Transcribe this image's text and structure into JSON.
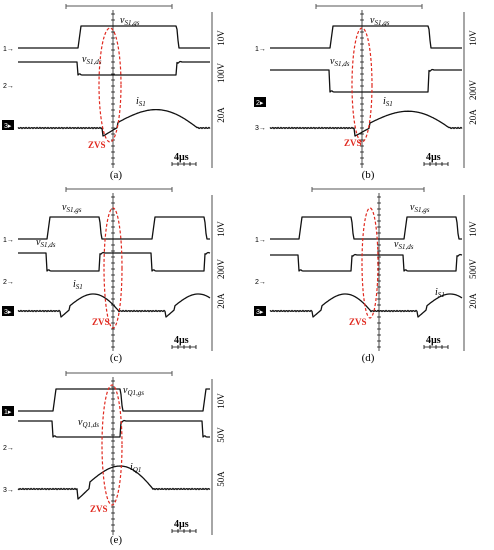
{
  "chart_data": [
    {
      "type": "line",
      "caption": "(a)",
      "time_div": "4µs",
      "zvs_label": "ZVS",
      "channels": [
        {
          "marker": "1",
          "marker_filled": false,
          "name_main": "v",
          "name_sub": "S1,gs",
          "scale": "10V"
        },
        {
          "marker": "2",
          "marker_filled": false,
          "name_main": "v",
          "name_sub": "S1,ds",
          "scale": "100V"
        },
        {
          "marker": "3",
          "marker_filled": true,
          "name_main": "i",
          "name_sub": "S1",
          "scale": "20A"
        }
      ]
    },
    {
      "type": "line",
      "caption": "(b)",
      "time_div": "4µs",
      "zvs_label": "ZVS",
      "channels": [
        {
          "marker": "1",
          "marker_filled": false,
          "name_main": "v",
          "name_sub": "S1,gs",
          "scale": "10V"
        },
        {
          "marker": "2",
          "marker_filled": true,
          "name_main": "v",
          "name_sub": "S1,ds",
          "scale": "200V"
        },
        {
          "marker": "3",
          "marker_filled": false,
          "name_main": "i",
          "name_sub": "S1",
          "scale": "20A"
        }
      ]
    },
    {
      "type": "line",
      "caption": "(c)",
      "time_div": "4µs",
      "zvs_label": "ZVS",
      "channels": [
        {
          "marker": "1",
          "marker_filled": false,
          "name_main": "v",
          "name_sub": "S1,gs",
          "scale": "10V"
        },
        {
          "marker": "2",
          "marker_filled": false,
          "name_main": "v",
          "name_sub": "S1,ds",
          "scale": "200V"
        },
        {
          "marker": "3",
          "marker_filled": true,
          "name_main": "i",
          "name_sub": "S1",
          "scale": "20A"
        }
      ]
    },
    {
      "type": "line",
      "caption": "(d)",
      "time_div": "4µs",
      "zvs_label": "ZVS",
      "channels": [
        {
          "marker": "1",
          "marker_filled": false,
          "name_main": "v",
          "name_sub": "S1,gs",
          "scale": "10V"
        },
        {
          "marker": "2",
          "marker_filled": false,
          "name_main": "v",
          "name_sub": "S1,ds",
          "scale": "500V"
        },
        {
          "marker": "3",
          "marker_filled": true,
          "name_main": "i",
          "name_sub": "S1",
          "scale": "20A"
        }
      ]
    },
    {
      "type": "line",
      "caption": "(e)",
      "time_div": "4µs",
      "zvs_label": "ZVS",
      "channels": [
        {
          "marker": "1",
          "marker_filled": true,
          "name_main": "v",
          "name_sub": "Q1,gs",
          "scale": "10V"
        },
        {
          "marker": "2",
          "marker_filled": false,
          "name_main": "v",
          "name_sub": "Q1,ds",
          "scale": "50V"
        },
        {
          "marker": "3",
          "marker_filled": false,
          "name_main": "i",
          "name_sub": "Q1",
          "scale": "50A"
        }
      ]
    }
  ]
}
